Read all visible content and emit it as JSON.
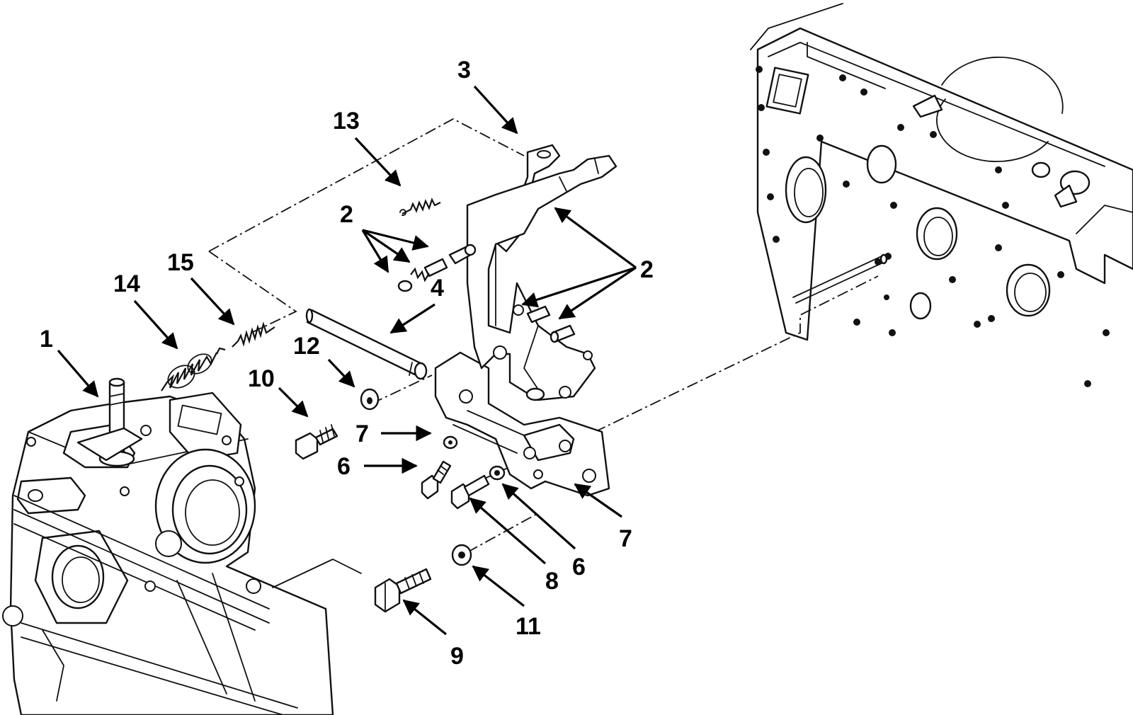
{
  "diagram": {
    "callouts": [
      {
        "id": "c1",
        "label": "1"
      },
      {
        "id": "c2a",
        "label": "2"
      },
      {
        "id": "c2b",
        "label": "2"
      },
      {
        "id": "c3",
        "label": "3"
      },
      {
        "id": "c4",
        "label": "4"
      },
      {
        "id": "c6a",
        "label": "6"
      },
      {
        "id": "c6b",
        "label": "6"
      },
      {
        "id": "c7a",
        "label": "7"
      },
      {
        "id": "c7b",
        "label": "7"
      },
      {
        "id": "c8",
        "label": "8"
      },
      {
        "id": "c9",
        "label": "9"
      },
      {
        "id": "c10",
        "label": "10"
      },
      {
        "id": "c11",
        "label": "11"
      },
      {
        "id": "c12",
        "label": "12"
      },
      {
        "id": "c13",
        "label": "13"
      },
      {
        "id": "c14",
        "label": "14"
      },
      {
        "id": "c15",
        "label": "15"
      }
    ],
    "colors": {
      "ink": "#111111",
      "background": "#ffffff"
    }
  }
}
